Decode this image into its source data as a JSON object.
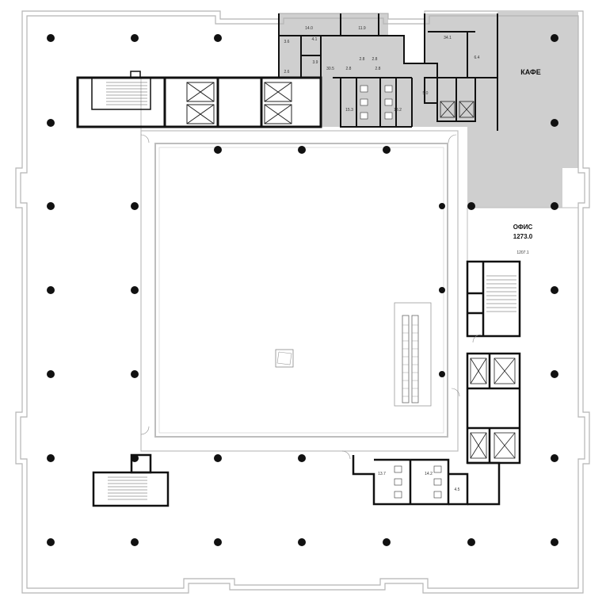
{
  "plan": {
    "cafe_label": "КАФЕ",
    "office_label": "ОФИС",
    "office_area": "1273.0",
    "office_sub_area": "1207.1",
    "rooms": {
      "r140": "14.0",
      "r119": "11.9",
      "r341": "34.1",
      "r64": "6.4",
      "r36": "3.6",
      "r41": "4.1",
      "r39": "3.9",
      "r305": "30.5",
      "r26a": "2.6",
      "r28a": "2.8",
      "r28b": "2.8",
      "r28c": "2.8",
      "r28d": "2.8",
      "r50": "5.0",
      "r153": "15.3",
      "r132": "13.2",
      "r137": "13.7",
      "r142": "14.2",
      "r45": "4.5"
    }
  },
  "colors": {
    "wall": "#111111",
    "shaded": "#cfcfcf",
    "outline": "#b8b8b8",
    "column": "#111111"
  }
}
